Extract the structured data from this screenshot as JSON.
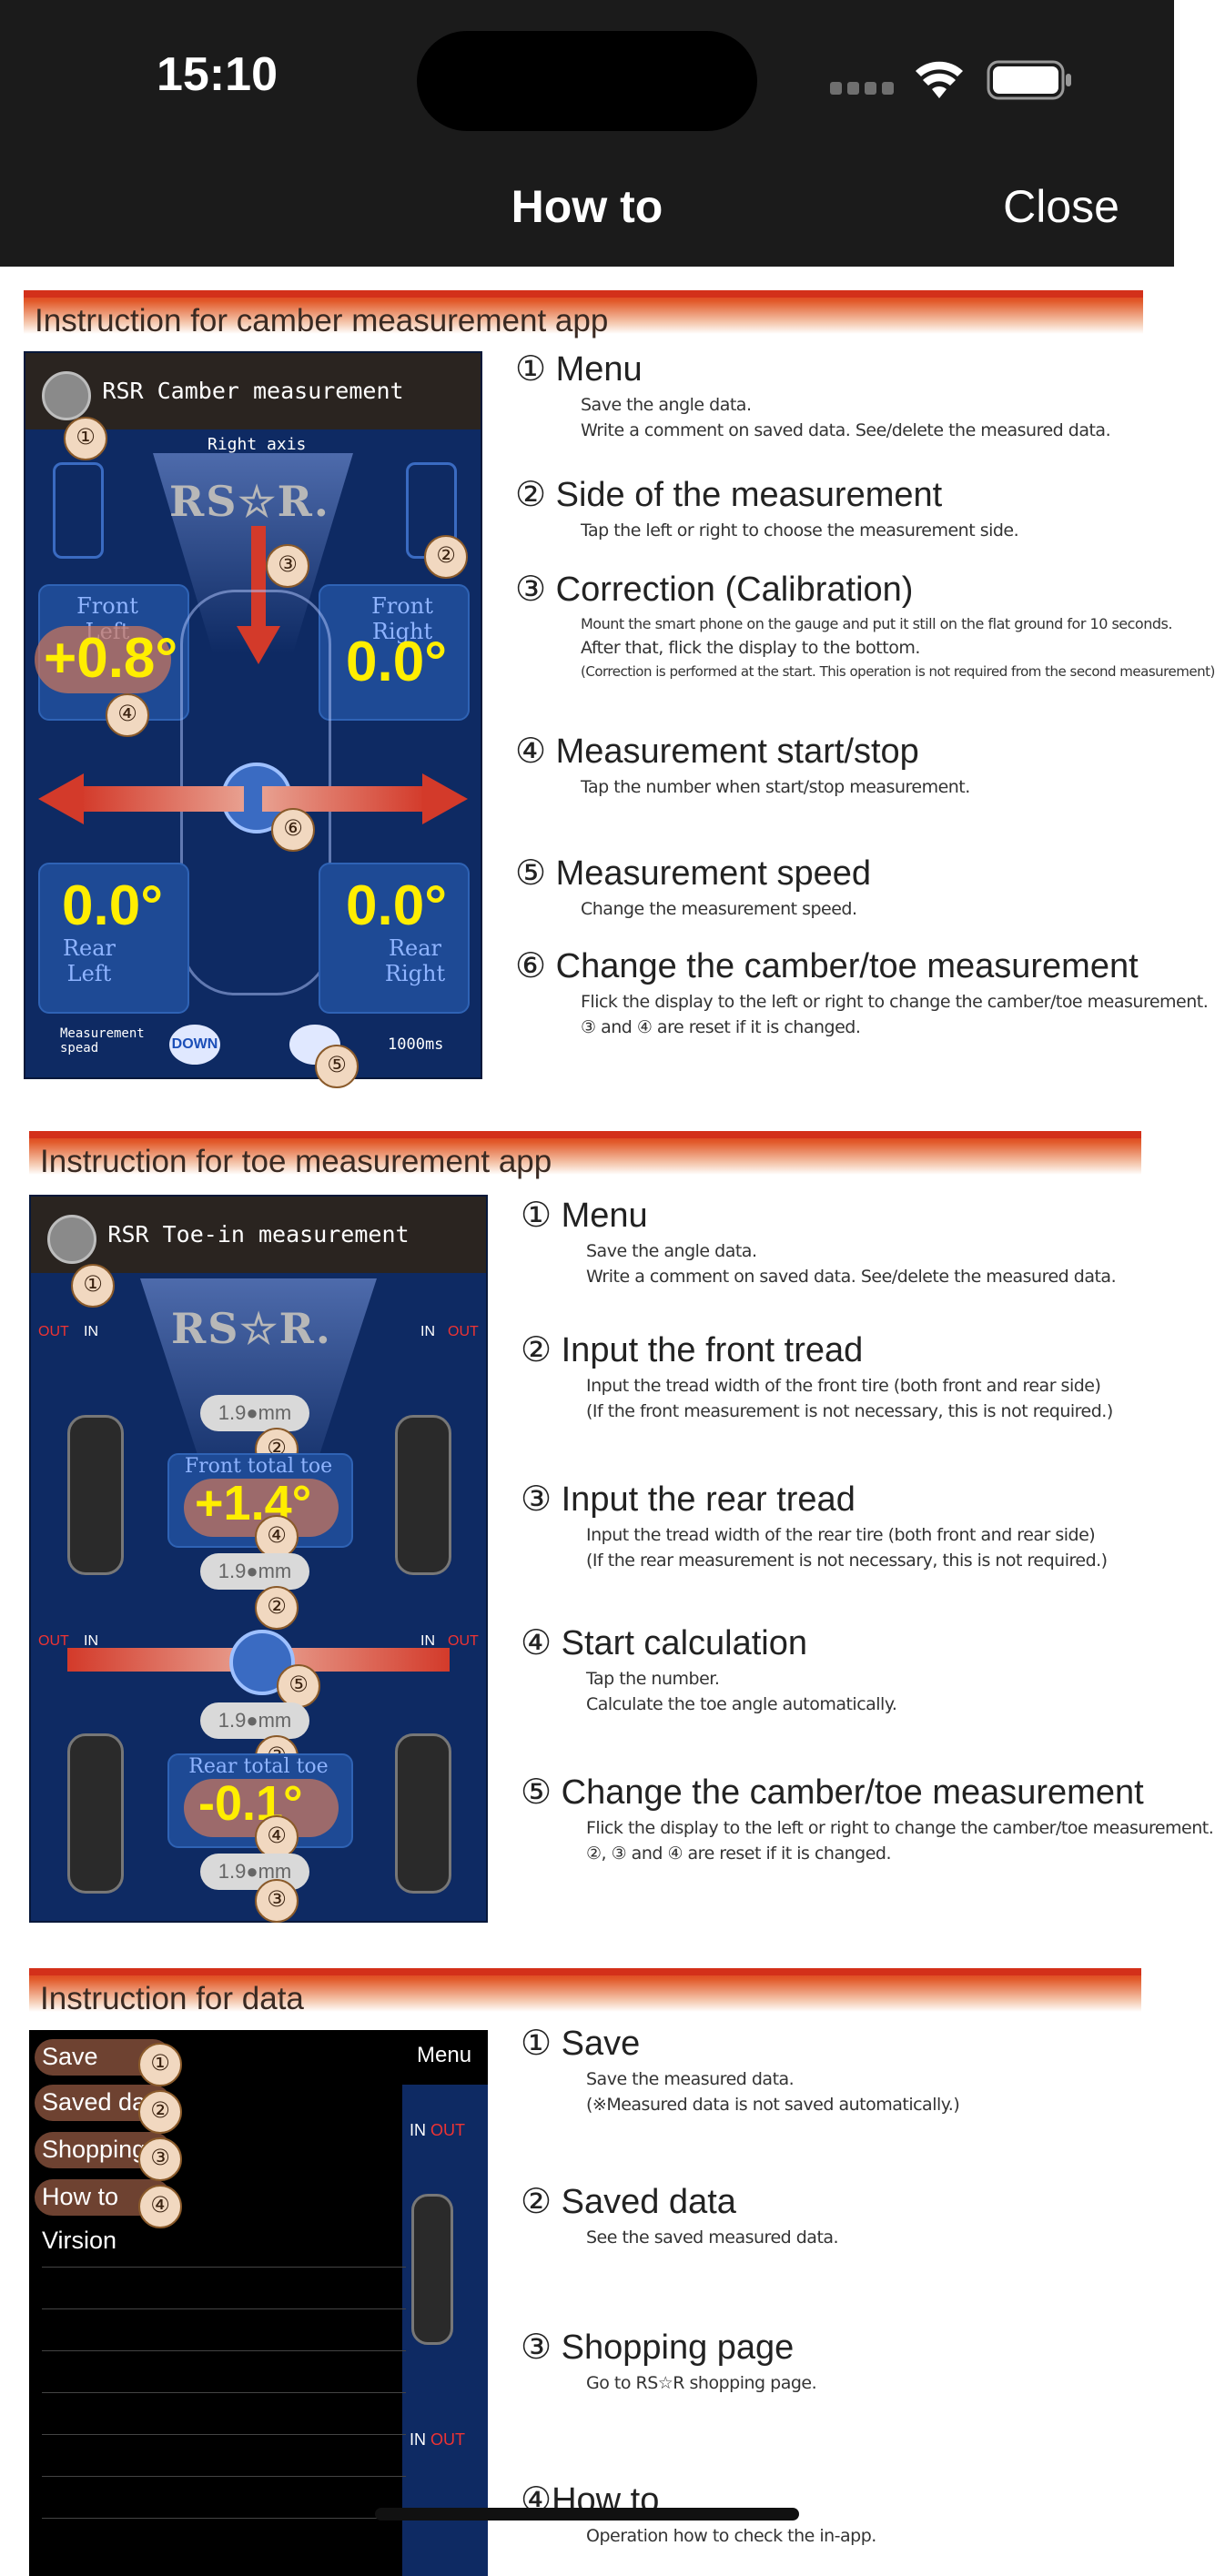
{
  "status_bar": {
    "time": "15:10"
  },
  "nav": {
    "title": "How to",
    "close": "Close"
  },
  "camber": {
    "header": "Instruction for camber measurement app",
    "screen_title": "RSR Camber measurement",
    "right_axis": "Right axis",
    "logo": "RS☆R.",
    "front_left_label": "Front\nLeft",
    "front_left_value": "+0.8°",
    "front_right_label": "Front\nRight",
    "front_right_value": "0.0°",
    "rear_left_label": "Rear\nLeft",
    "rear_left_value": "0.0°",
    "rear_right_label": "Rear\nRight",
    "rear_right_value": "0.0°",
    "speed_label": "Measurement\nspead",
    "down_btn": "DOWN",
    "speed_value": "1000ms",
    "items": [
      {
        "title": "① Menu",
        "lines": [
          "Save the angle data.",
          "Write a comment on saved data. See/delete the measured data."
        ]
      },
      {
        "title": "② Side of the measurement",
        "lines": [
          "Tap the left or right to choose the measurement side."
        ]
      },
      {
        "title": "③ Correction (Calibration)",
        "lines": [
          "Mount the smart phone on the gauge and put it still on the flat ground for 10 seconds.",
          "After that, flick the display to the bottom.",
          "(Correction is performed at the start. This operation is not required from the second measurement)"
        ]
      },
      {
        "title": "④ Measurement start/stop",
        "lines": [
          "Tap the number when start/stop measurement."
        ]
      },
      {
        "title": "⑤ Measurement speed",
        "lines": [
          "Change the measurement speed."
        ]
      },
      {
        "title": "⑥ Change the camber/toe measurement",
        "lines": [
          "Flick the display to the left or right to change the camber/toe measurement.",
          "③ and ④ are reset if it is changed."
        ]
      }
    ]
  },
  "toe": {
    "header": "Instruction for toe measurement app",
    "screen_title": "RSR Toe-in measurement",
    "logo": "RS☆R.",
    "tread_value": "1.9●mm",
    "front_total_label": "Front total toe",
    "front_total_value": "+1.4°",
    "rear_total_label": "Rear total toe",
    "rear_total_value": "-0.1°",
    "out": "OUT",
    "in": "IN",
    "items": [
      {
        "title": "① Menu",
        "lines": [
          "Save the angle data.",
          "Write a comment on saved data. See/delete the measured data."
        ]
      },
      {
        "title": "② Input the front tread",
        "lines": [
          "Input the tread width of the front tire (both front and rear side)",
          "(If the front measurement is not necessary, this is not required.)"
        ]
      },
      {
        "title": "③ Input the rear tread",
        "lines": [
          "Input the tread width of the rear tire (both front and rear side)",
          "(If the rear measurement is not necessary, this is not required.)"
        ]
      },
      {
        "title": "④ Start calculation",
        "lines": [
          "Tap the number.",
          "Calculate the toe angle automatically."
        ]
      },
      {
        "title": "⑤ Change the camber/toe measurement",
        "lines": [
          "Flick the display to the left or right to change the camber/toe measurement.",
          "②, ③ and ④ are reset if it is changed."
        ]
      }
    ]
  },
  "data": {
    "header": "Instruction for data",
    "menu_title": "Menu",
    "menu_items": [
      "Save",
      "Saved data",
      "Shopping",
      "How to",
      "Virsion"
    ],
    "items": [
      {
        "title": "① Save",
        "lines": [
          "Save the measured data.",
          "(※Measured data is not saved automatically.)"
        ]
      },
      {
        "title": "② Saved data",
        "lines": [
          "See the saved measured data."
        ]
      },
      {
        "title": "③ Shopping page",
        "lines": [
          "Go to RS☆R shopping page."
        ]
      },
      {
        "title": "④How to",
        "lines": [
          "Operation how to check the in-app."
        ]
      }
    ]
  },
  "colors": {
    "bar": "#1b1b1b",
    "header_red": "#d3301a",
    "screen_blue": "#0e2a63",
    "value_yellow": "#ffee00"
  }
}
